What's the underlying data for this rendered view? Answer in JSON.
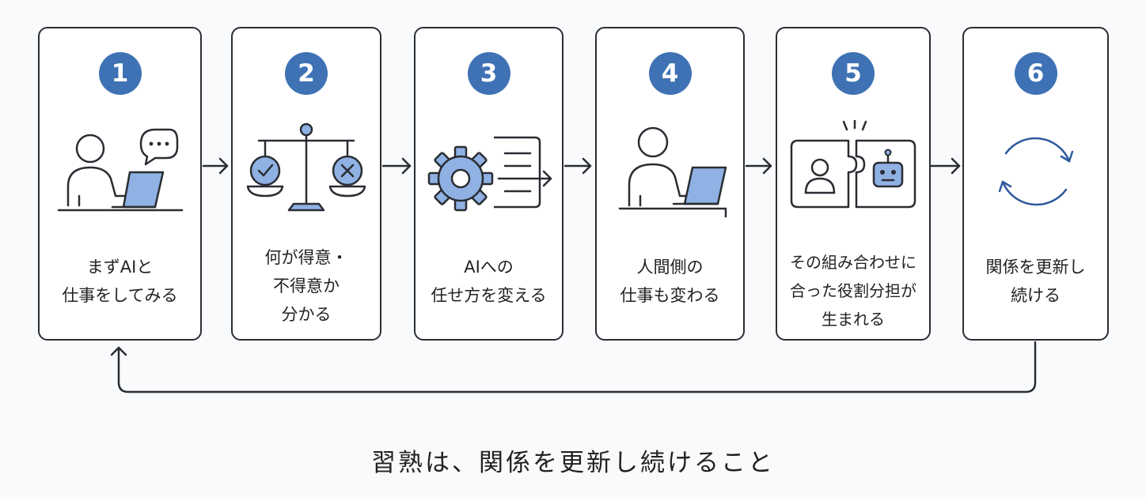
{
  "steps": [
    {
      "number": "1",
      "lines": [
        "まずAIと",
        "仕事をしてみる"
      ]
    },
    {
      "number": "2",
      "lines": [
        "何が得意・",
        "不得意か",
        "分かる"
      ]
    },
    {
      "number": "3",
      "lines": [
        "AIへの",
        "任せ方を変える"
      ]
    },
    {
      "number": "4",
      "lines": [
        "人間側の",
        "仕事も変わる"
      ]
    },
    {
      "number": "5",
      "lines": [
        "その組み合わせに",
        "合った役割分担が",
        "生まれる"
      ]
    },
    {
      "number": "6",
      "lines": [
        "関係を更新し",
        "続ける"
      ]
    }
  ],
  "caption": "習熟は、関係を更新し続けること",
  "colors": {
    "accent": "#3f72b4",
    "fill_light": "#8fb1e3",
    "stroke": "#2a2d33",
    "cycle": "#2e5a9e"
  },
  "icons": [
    "person-laptop-chat-icon",
    "balance-scale-icon",
    "gear-document-icon",
    "person-laptop-icon",
    "puzzle-human-robot-icon",
    "cycle-arrows-icon"
  ]
}
